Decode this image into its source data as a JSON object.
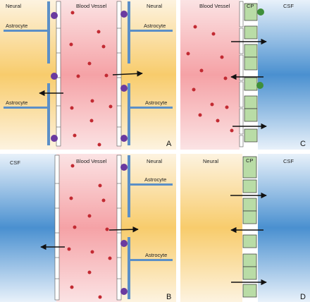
{
  "panels": {
    "A": {
      "letter": "A",
      "neural_left": "Neural",
      "blood_vessel": "Blood Vessel",
      "neural_right": "Neural",
      "astrocytes": [
        "Astrocyte",
        "Astrocyte",
        "Astrocyte",
        "Astrocyte"
      ]
    },
    "B": {
      "letter": "B",
      "csf": "CSF",
      "blood_vessel": "Blood Vessel",
      "neural": "Neural",
      "astrocytes": [
        "Astrocyte",
        "Astrocyte"
      ]
    },
    "C": {
      "letter": "C",
      "blood_vessel": "Blood Vessel",
      "cp": "CP",
      "csf": "CSF"
    },
    "D": {
      "letter": "D",
      "neural": "Neural",
      "cp": "CP",
      "csf": "CSF"
    }
  },
  "colors": {
    "neural": "#f8d27a",
    "csf": "#4a90d0",
    "blood": "#f5a3a6",
    "astrocyte": "#5b8fc7",
    "cell": "#b9dca6",
    "rbc": "#c22a32",
    "pericyte": "#6a3aa0",
    "cp_green": "#3f8f3a"
  }
}
